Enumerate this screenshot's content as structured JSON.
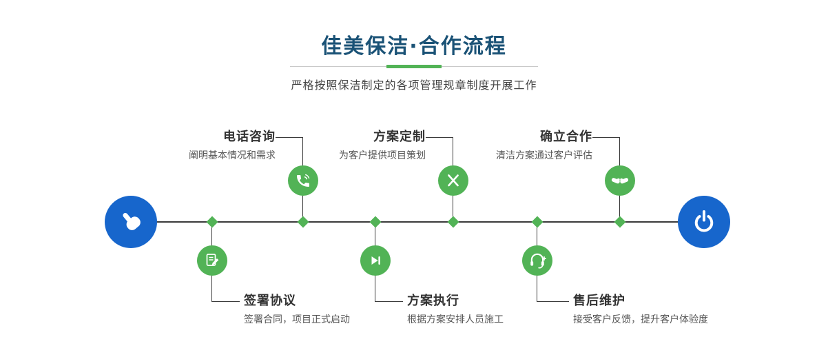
{
  "theme": {
    "colors": {
      "accent-green": "#52b356",
      "accent-blue": "#1766cc",
      "line": "#3a3a3a",
      "title": "#1a5276",
      "text": "#333333",
      "muted": "#555555"
    }
  },
  "header": {
    "title": "佳美保洁·合作流程",
    "subtitle": "严格按照保洁制定的各项管理规章制度开展工作"
  },
  "timeline": {
    "start_icon": "hand-pointer-icon",
    "end_icon": "power-icon",
    "top_steps": [
      {
        "title": "电话咨询",
        "desc": "阐明基本情况和需求",
        "icon": "phone-icon"
      },
      {
        "title": "方案定制",
        "desc": "为客户提供项目策划",
        "icon": "design-tools-icon"
      },
      {
        "title": "确立合作",
        "desc": "清洁方案通过客户评估",
        "icon": "handshake-icon"
      }
    ],
    "bottom_steps": [
      {
        "title": "签署协议",
        "desc": "签署合同，项目正式启动",
        "icon": "contract-sign-icon"
      },
      {
        "title": "方案执行",
        "desc": "根据方案安排人员施工",
        "icon": "play-next-icon"
      },
      {
        "title": "售后维护",
        "desc": "接受客户反馈，提升客户体验度",
        "icon": "headset-support-icon"
      }
    ]
  }
}
